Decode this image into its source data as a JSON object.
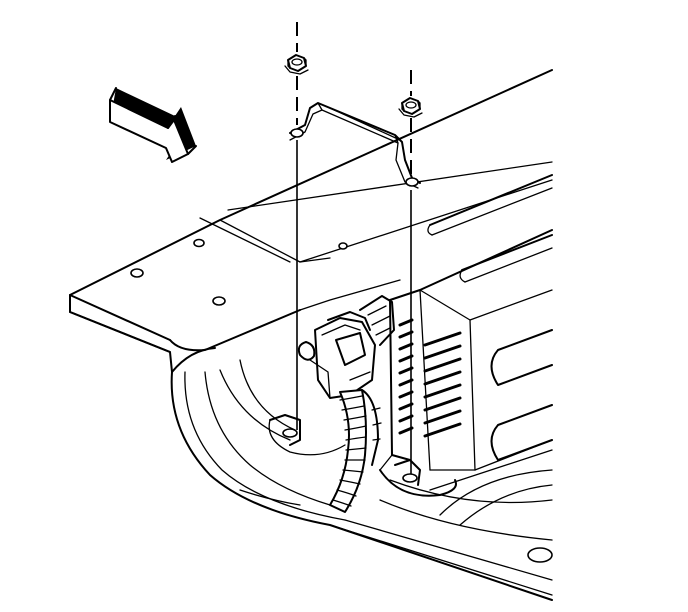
{
  "figure": {
    "background": "#ffffff",
    "stroke_color": "#000000",
    "icons": [
      "direction-arrow-icon",
      "hex-nut-icon",
      "mounting-bracket",
      "control-module",
      "wiring-harness",
      "floor-panel"
    ]
  }
}
